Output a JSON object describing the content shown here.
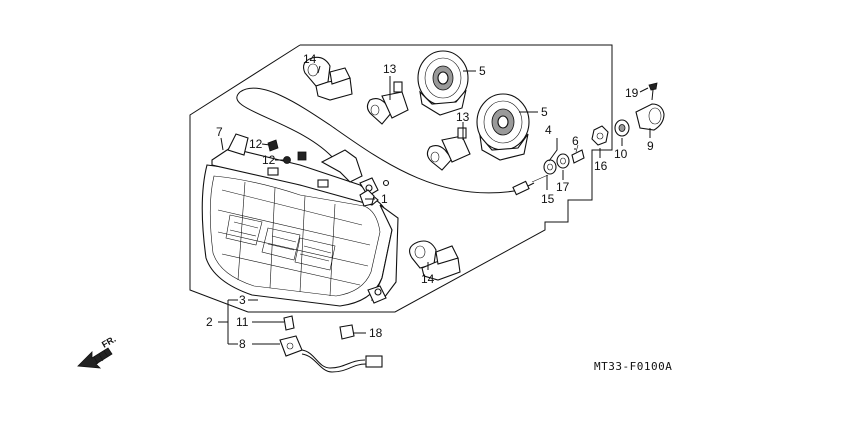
{
  "callouts": {
    "c1": "1",
    "c2": "2",
    "c3": "3",
    "c4": "4",
    "c5a": "5",
    "c5b": "5",
    "c6": "6",
    "c7": "7",
    "c8": "8",
    "c9": "9",
    "c10": "10",
    "c11": "11",
    "c12a": "12",
    "c12b": "12",
    "c13a": "13",
    "c13b": "13",
    "c14a": "14",
    "c14b": "14",
    "c15": "15",
    "c16": "16",
    "c17": "17",
    "c18": "18",
    "c19": "19"
  },
  "direction_label": "FR.",
  "diagram_code": "MT33-F0100A"
}
